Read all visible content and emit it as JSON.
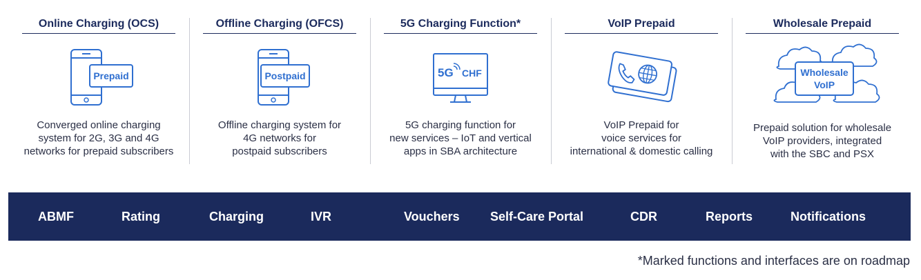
{
  "columns": [
    {
      "title": "Online Charging (OCS)",
      "icon": "phone-icon",
      "icon_label": "Prepaid",
      "desc": [
        "Converged online charging",
        "system for 2G, 3G and 4G",
        "networks for prepaid subscribers"
      ]
    },
    {
      "title": "Offline Charging (OFCS)",
      "icon": "phone-icon",
      "icon_label": "Postpaid",
      "desc": [
        "Offline charging system for",
        "4G networks for",
        "postpaid subscribers"
      ]
    },
    {
      "title": "5G Charging Function*",
      "icon": "monitor-icon",
      "icon_label_a": "5G",
      "icon_label_b": "CHF",
      "desc": [
        "5G charging function for",
        "new services – IoT and vertical",
        "apps in SBA architecture"
      ]
    },
    {
      "title": "VoIP Prepaid",
      "icon": "calling-card-icon",
      "desc": [
        "VoIP Prepaid for",
        "voice services for",
        "international & domestic calling"
      ]
    },
    {
      "title": "Wholesale Prepaid",
      "icon": "cloud-icon",
      "icon_label_a": "Wholesale",
      "icon_label_b": "VoIP",
      "desc": [
        "Prepaid solution for wholesale",
        "VoIP providers, integrated",
        "with the SBC and PSX"
      ]
    }
  ],
  "bar": {
    "items": [
      "ABMF",
      "Rating",
      "Charging",
      "IVR",
      "Vouchers",
      "Self-Care Portal",
      "CDR",
      "Reports",
      "Notifications"
    ]
  },
  "footnote": "*Marked functions and interfaces are on roadmap",
  "colors": {
    "accent": "#2f6fd0",
    "navy": "#1b2a5c"
  }
}
